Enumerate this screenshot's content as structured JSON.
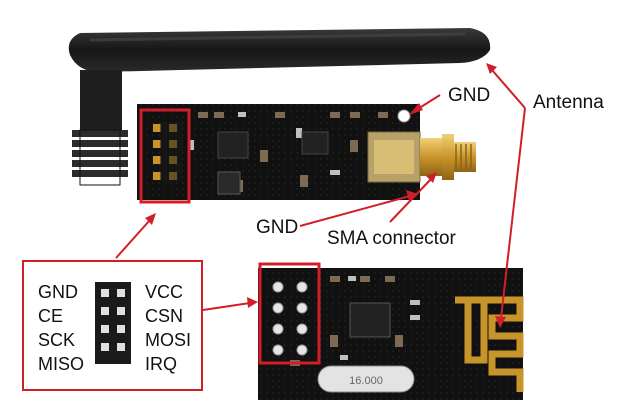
{
  "labels": {
    "gnd_top": "GND",
    "antenna": "Antenna",
    "gnd_mid": "GND",
    "sma": "SMA connector"
  },
  "pinout": {
    "left": [
      "GND",
      "CE",
      "SCK",
      "MISO"
    ],
    "right": [
      "VCC",
      "CSN",
      "MOSI",
      "IRQ"
    ]
  },
  "chip_text": "16.000",
  "colors": {
    "pcb": "#0f0f0f",
    "highlight": "#d11f2a",
    "gold": "#c99a2e",
    "antenna_body": "#1c1c1c"
  }
}
